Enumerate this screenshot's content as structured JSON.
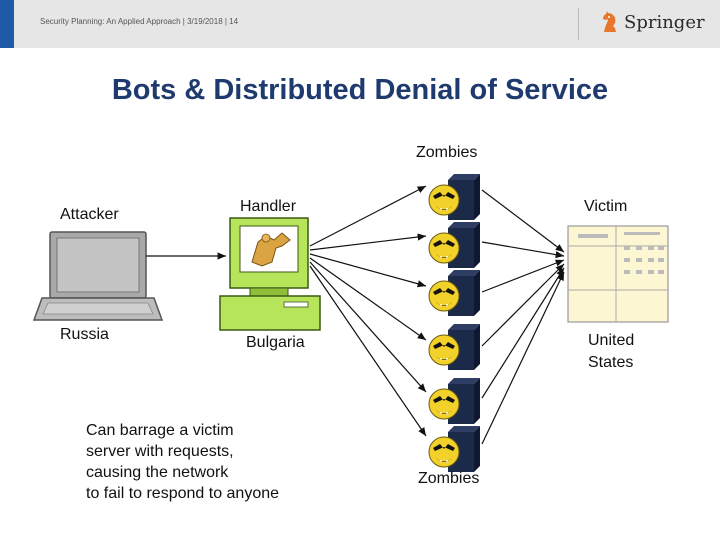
{
  "header": {
    "breadcrumb": "Security Planning: An Applied Approach | 3/19/2018 | 14",
    "logo_text": "Springer"
  },
  "title": "Bots & Distributed Denial of Service",
  "labels": {
    "zombies_top": "Zombies",
    "zombies_bottom": "Zombies",
    "attacker": "Attacker",
    "russia": "Russia",
    "handler": "Handler",
    "bulgaria": "Bulgaria",
    "victim": "Victim",
    "united_states_line1": "United",
    "united_states_line2": "States"
  },
  "description": [
    "Can barrage a victim",
    "server with requests,",
    "causing the network",
    "to fail to respond to anyone"
  ],
  "icons": {
    "logo": "springer-knight-icon",
    "attacker": "laptop-icon",
    "handler": "computer-icon",
    "zombie": "zombie-face-icon",
    "victim": "server-icon"
  }
}
